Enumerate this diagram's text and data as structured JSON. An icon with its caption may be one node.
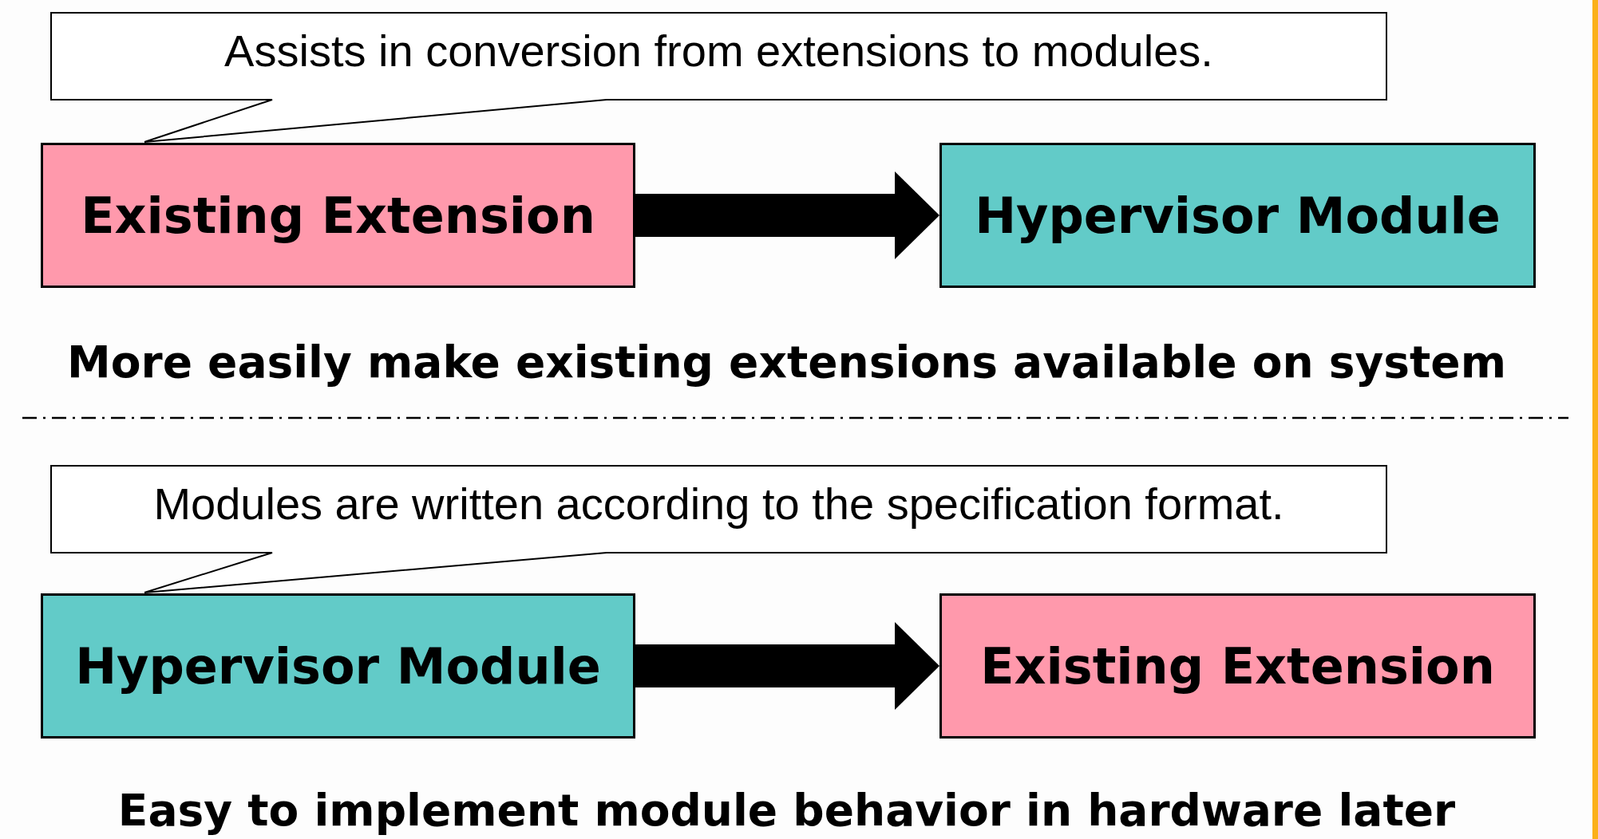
{
  "diagram": {
    "nodes": [
      {
        "text": [
          "Assists in conversion from extensions to modules."
        ]
      },
      {
        "text": [
          "Existing Extension"
        ]
      },
      {
        "text": [
          "Hypervisor Module"
        ]
      },
      {
        "text": [
          "Modules are written according to the specification format."
        ]
      },
      {
        "text": [
          "Hypervisor Module"
        ]
      },
      {
        "text": [
          "Existing Extension"
        ]
      }
    ],
    "edges": [
      {
        "from": 1,
        "to": 2,
        "arrow": "to"
      },
      {
        "from": 4,
        "to": 5,
        "arrow": "to"
      }
    ],
    "labels": [
      "More easily make existing extensions available on system",
      "Easy to implement module behavior in hardware later"
    ]
  }
}
